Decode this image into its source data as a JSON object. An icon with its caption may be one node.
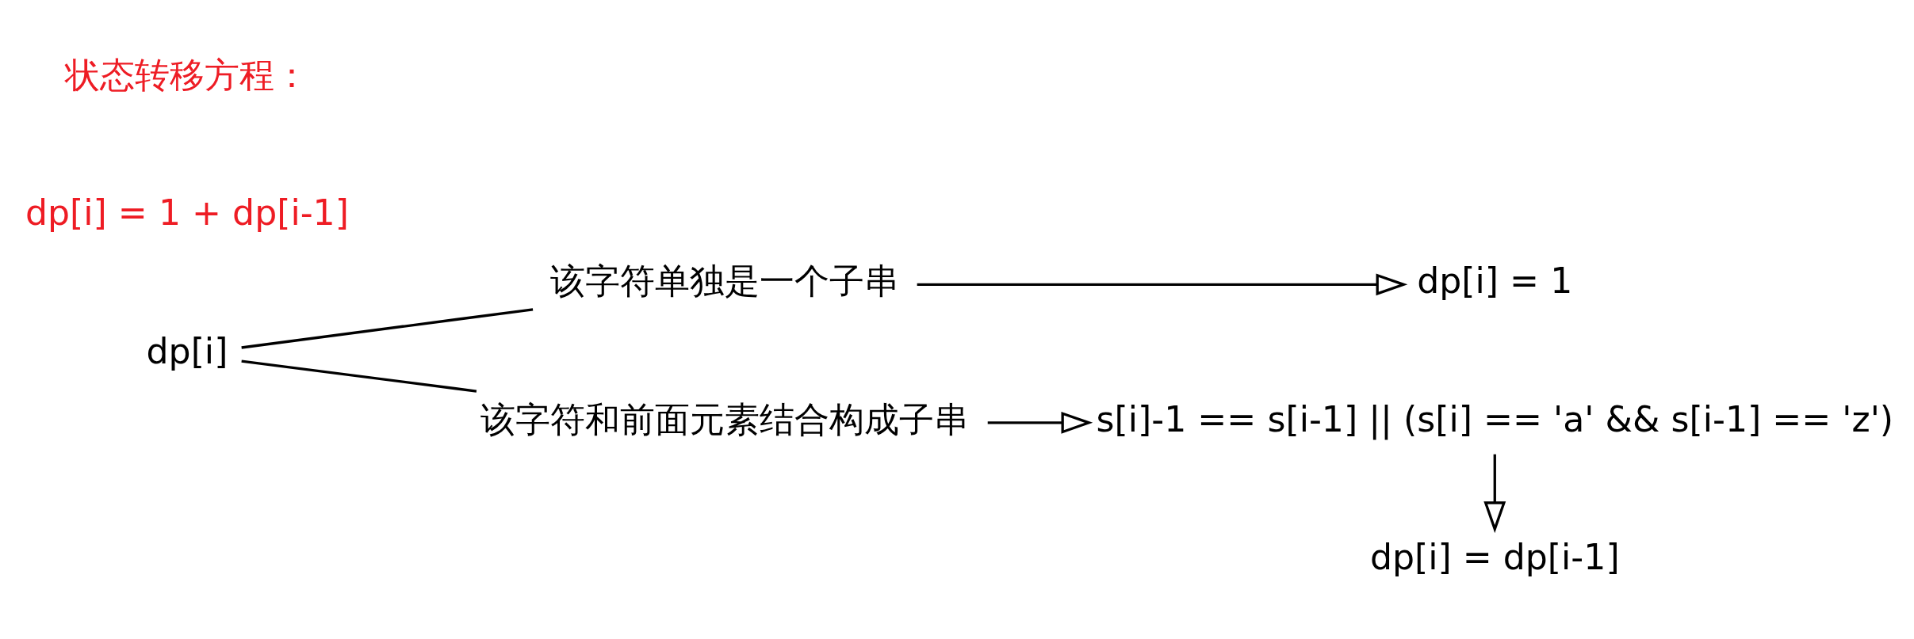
{
  "diagram": {
    "nodes": [
      {
        "text": [
          "dp[i]"
        ]
      },
      {
        "text": [
          "该字符单独是一个子串"
        ]
      },
      {
        "text": [
          "dp[i] = 1"
        ]
      },
      {
        "text": [
          "该字符和前面元素结合构成子串"
        ]
      },
      {
        "text": [
          "s[i]-1 == s[i-1] || (s[i] == 'a' && s[i-1] == 'z')"
        ]
      },
      {
        "text": [
          "dp[i] = dp[i-1]"
        ]
      }
    ],
    "edges": [
      {
        "from": 0,
        "to": 1,
        "arrow": "none"
      },
      {
        "from": 0,
        "to": 3,
        "arrow": "none"
      },
      {
        "from": 1,
        "to": 2,
        "arrow": "to"
      },
      {
        "from": 3,
        "to": 4,
        "arrow": "to"
      },
      {
        "from": 4,
        "to": 5,
        "arrow": "to"
      }
    ],
    "labels": [
      "状态转移方程：",
      "dp[i] = 1 + dp[i-1]"
    ]
  }
}
